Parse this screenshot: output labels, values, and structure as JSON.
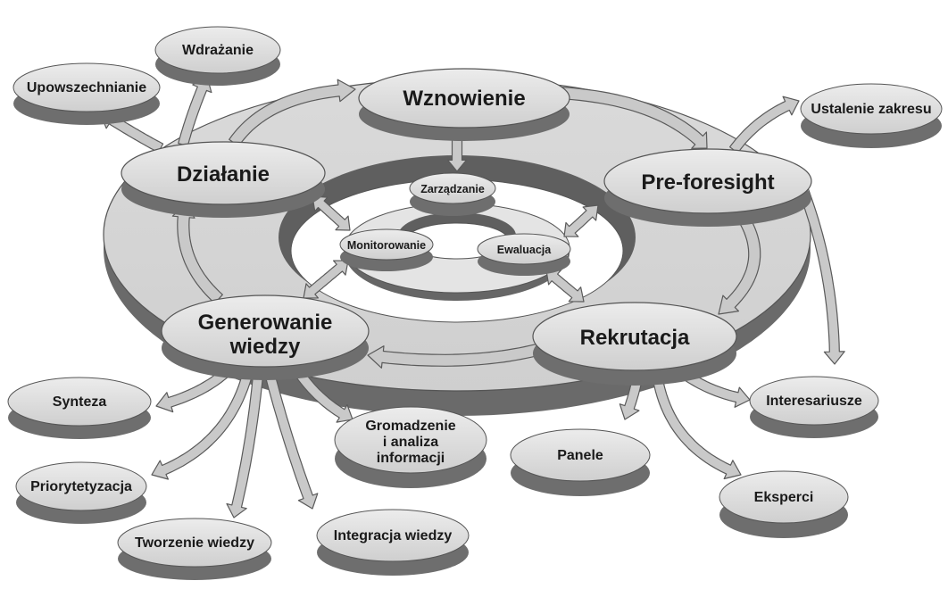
{
  "main_cycle": {
    "renewal": "Wznowienie",
    "pre_foresight": "Pre-foresight",
    "recruitment": "Rekrutacja",
    "knowledge_generation": [
      "Generowanie",
      "wiedzy"
    ],
    "action": "Działanie"
  },
  "core": {
    "management": "Zarządzanie",
    "monitoring": "Monitorowanie",
    "evaluation": "Ewaluacja"
  },
  "action_outputs": {
    "implementation": "Wdrażanie",
    "dissemination": "Upowszechnianie"
  },
  "pre_foresight_outputs": {
    "scope": "Ustalenie zakresu"
  },
  "recruitment_outputs": {
    "stakeholders": "Interesariusze",
    "panels": "Panele",
    "experts": "Eksperci"
  },
  "knowledge_outputs": {
    "synthesis": "Synteza",
    "prioritization": "Priorytetyzacja",
    "creation": "Tworzenie wiedzy",
    "integration": "Integracja wiedzy",
    "gathering": [
      "Gromadzenie",
      "i analiza",
      "informacji"
    ]
  },
  "colors": {
    "ellipse_fill": "#d9d9d9",
    "ellipse_shadow": "#6e6e6e",
    "ring_top": "#d5d5d5",
    "ring_side": "#6a6a6a",
    "arrow_fill": "#c9c9c9",
    "arrow_stroke": "#5a5a5a"
  }
}
